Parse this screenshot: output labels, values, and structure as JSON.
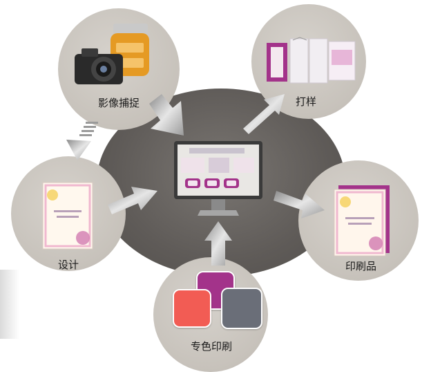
{
  "nodes": {
    "image_capture": {
      "label": "影像捕捉"
    },
    "proofing": {
      "label": "打样"
    },
    "design": {
      "label": "设计"
    },
    "print_product": {
      "label": "印刷品"
    },
    "spot_color": {
      "label": "专色印刷"
    }
  },
  "ink_colors": {
    "magenta": "#a3338a",
    "coral": "#f25c54",
    "slate": "#6a6e78"
  },
  "hub_color": "#5f5b58",
  "node_color": "#c7c2bb"
}
